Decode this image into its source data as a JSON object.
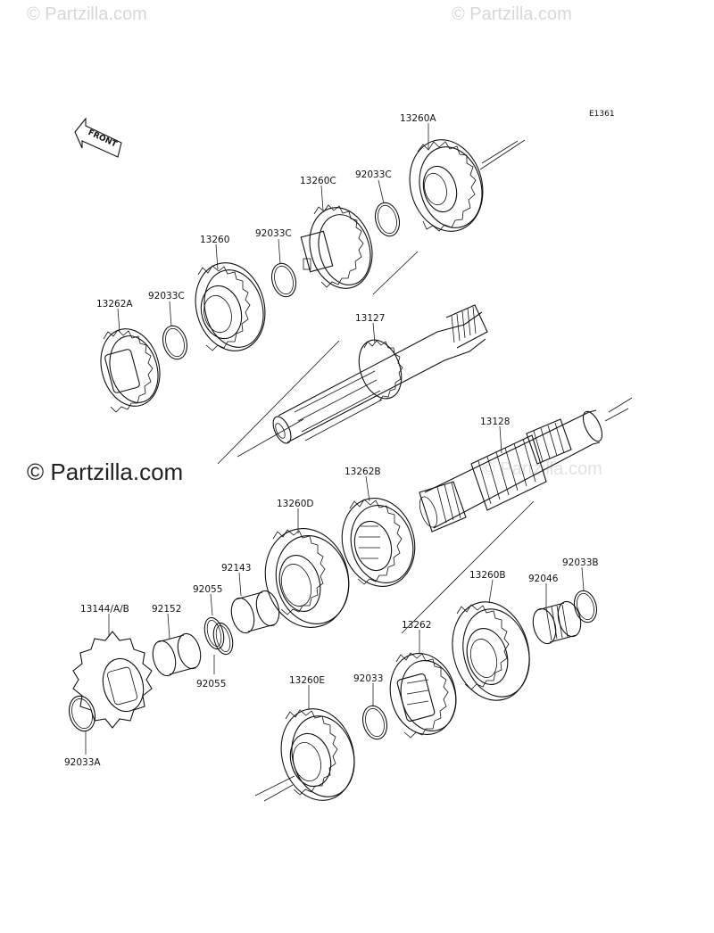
{
  "watermarks": {
    "top_left": "© Partzilla.com",
    "top_right": "© Partzilla.com",
    "middle_left": "© Partzilla.com",
    "middle_right": "© Partzilla.com"
  },
  "diagram_code": "E1361",
  "front_label": "FRONT",
  "parts": [
    {
      "id": "p-13260A",
      "label": "13260A",
      "name": "gear"
    },
    {
      "id": "p-92033C-a",
      "label": "92033C",
      "name": "circlip"
    },
    {
      "id": "p-13260C",
      "label": "13260C",
      "name": "gear"
    },
    {
      "id": "p-92033C-b",
      "label": "92033C",
      "name": "circlip"
    },
    {
      "id": "p-13260",
      "label": "13260",
      "name": "gear"
    },
    {
      "id": "p-92033C-c",
      "label": "92033C",
      "name": "circlip"
    },
    {
      "id": "p-13262A",
      "label": "13262A",
      "name": "gear"
    },
    {
      "id": "p-13127",
      "label": "13127",
      "name": "shaft"
    },
    {
      "id": "p-13128",
      "label": "13128",
      "name": "shaft"
    },
    {
      "id": "p-13262B",
      "label": "13262B",
      "name": "gear"
    },
    {
      "id": "p-13260D",
      "label": "13260D",
      "name": "gear"
    },
    {
      "id": "p-92143",
      "label": "92143",
      "name": "collar"
    },
    {
      "id": "p-92055-a",
      "label": "92055",
      "name": "ring"
    },
    {
      "id": "p-92055-b",
      "label": "92055",
      "name": "ring"
    },
    {
      "id": "p-13144",
      "label": "13144/A/B",
      "name": "sprocket"
    },
    {
      "id": "p-92152",
      "label": "92152",
      "name": "collar"
    },
    {
      "id": "p-92033A",
      "label": "92033A",
      "name": "circlip"
    },
    {
      "id": "p-13260B",
      "label": "13260B",
      "name": "gear"
    },
    {
      "id": "p-92046",
      "label": "92046",
      "name": "needle-bearing"
    },
    {
      "id": "p-92033B",
      "label": "92033B",
      "name": "circlip"
    },
    {
      "id": "p-13262",
      "label": "13262",
      "name": "gear"
    },
    {
      "id": "p-92033",
      "label": "92033",
      "name": "circlip"
    },
    {
      "id": "p-13260E",
      "label": "13260E",
      "name": "gear"
    }
  ]
}
